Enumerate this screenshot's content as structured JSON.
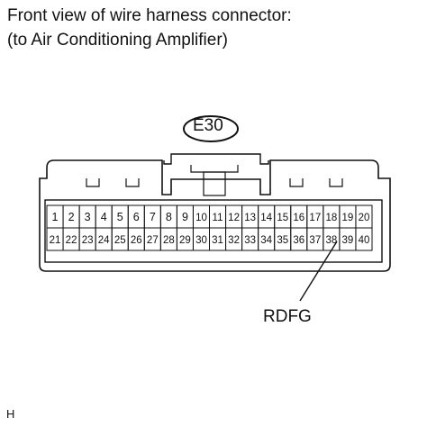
{
  "header": {
    "line1": "Front view of wire harness connector:",
    "line2": "(to Air Conditioning Amplifier)"
  },
  "connector": {
    "code": "E30",
    "pins_row1": [
      "1",
      "2",
      "3",
      "4",
      "5",
      "6",
      "7",
      "8",
      "9",
      "10",
      "11",
      "12",
      "13",
      "14",
      "15",
      "16",
      "17",
      "18",
      "19",
      "20"
    ],
    "pins_row2": [
      "21",
      "22",
      "23",
      "24",
      "25",
      "26",
      "27",
      "28",
      "29",
      "30",
      "31",
      "32",
      "33",
      "34",
      "35",
      "36",
      "37",
      "38",
      "39",
      "40"
    ]
  },
  "callout": {
    "pin": "38",
    "label": "RDFG"
  },
  "footer": {
    "code": "H"
  }
}
